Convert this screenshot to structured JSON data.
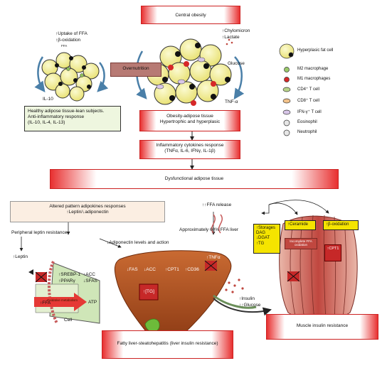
{
  "boxes": {
    "central_obesity": "Central obesity",
    "overnutrition": "Overnutrition",
    "healthy_title": "Healthy adipose tissue-lean subjects.",
    "healthy_line2": "Anti-inflammatory response",
    "healthy_line3": "(IL-10, IL-4, IL-13)",
    "obesity_line1": "Obesity-adipose tissue",
    "obesity_line2": "Hypertrophic and hyperplasic",
    "inflammatory_line1": "Inflammatory cytokines response",
    "inflammatory_line2": "(TNFα, IL-6, IFNγ, IL-1β)",
    "dysfunctional": "Dysfunctional adipose tissue",
    "altered_line1": "Altered pattern adipokines responses",
    "altered_line2": "↑Leptin/↓adiponectin",
    "fatty_liver": "Fatty liver-steatohepatitis (liver insulin resistance)",
    "muscle_ir": "Muscle insulin resistance"
  },
  "left_cluster": {
    "uptake": "↑Uptake of FFA",
    "beta_ox": "↑β-oxidation",
    "ffa": "FFA",
    "il10": "IL-10"
  },
  "center_cluster": {
    "chylomicron": "↑Chylomicron",
    "lactate": "↑Lactate",
    "glucose": "Glucose",
    "tnf": "TNF-α"
  },
  "legend": [
    {
      "label": "Hyperplasic fat cell",
      "icon": "fat-cell-icon"
    },
    {
      "label": "M2 macrophage",
      "icon": "m2-macrophage-icon"
    },
    {
      "label": "M1 macrophages",
      "icon": "m1-macrophage-icon"
    },
    {
      "label": "CD4⁺ T cell",
      "icon": "cd4-t-cell-icon"
    },
    {
      "label": "CD8⁺ T cell",
      "icon": "cd8-t-cell-icon"
    },
    {
      "label": "IFN-γ⁺ T cell",
      "icon": "ifn-t-cell-icon"
    },
    {
      "label": "Eosinophil",
      "icon": "eosinophil-icon"
    },
    {
      "label": "Neutrophil",
      "icon": "neutrophil-icon"
    }
  ],
  "lower": {
    "ffa_release": "↑↑FFA release",
    "peripheral_leptin": "Peripheral leptin resistance",
    "adiponectin_levels": "↓Adiponectin levels and action",
    "approx_ffa_liver": "Approximately 60% FFA liver",
    "leptin": "↑Leptin",
    "srebp": "↑SREBP-1",
    "acc_left": "↑ACC",
    "ppar": "↑PPARγ",
    "sfas": "↓SFAS",
    "ffa_left": "↑FFA",
    "oxidative": "Oxidative metabolism",
    "atp": "ATP",
    "cell": "Cell",
    "liver_fas": "↓FAS",
    "liver_acc": "↓ACC",
    "liver_cpt1": "↑CPT1",
    "liver_cd36": "↑CD36",
    "liver_tnf": "↑TNFα",
    "tg_liver": "↑[TG]",
    "insulin": "↑Insulin",
    "glucose2": "↑↑Glucose",
    "storages_title": "↑Storages",
    "storages_dag": "DAG",
    "storages_dgat": "↓DGAT",
    "storages_tg": "↑TG",
    "ceramide": "↑Ceramide",
    "incomplete_ffa": "Incomplete FFA oxidation",
    "beta_ox2": "↑β-oxidation",
    "cpt1_muscle": "↑CPT1"
  },
  "colors": {
    "red_box_edge": "#e83030",
    "fat_cell_fill": "#f6f3a6",
    "overnutrition_fill": "#b77a74",
    "yellow_label": "#f5e400",
    "liver_brown": "#b5501f",
    "muscle_red": "#c0473f"
  }
}
